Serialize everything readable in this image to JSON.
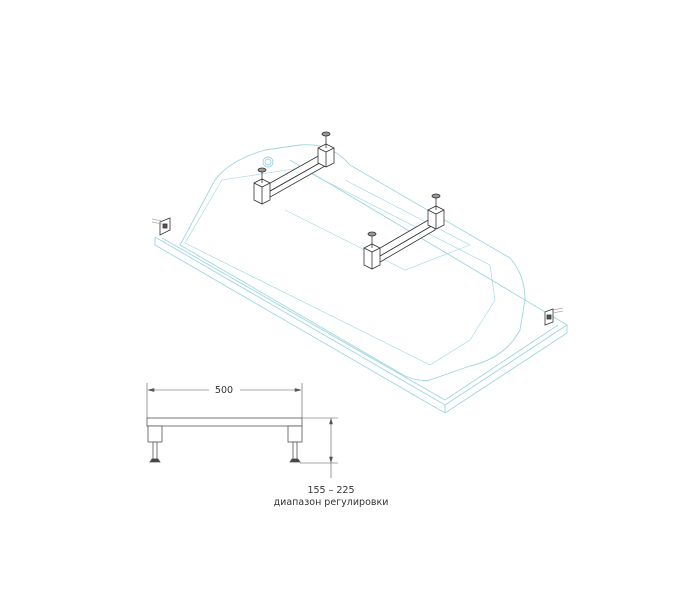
{
  "diagram": {
    "width_dimension": "500",
    "height_range": "155 – 225",
    "height_caption": "диапазон регулировки",
    "colors": {
      "tub_outline": "#9fd6e0",
      "frame_outline": "#333333",
      "dimension_line": "#555555"
    }
  }
}
